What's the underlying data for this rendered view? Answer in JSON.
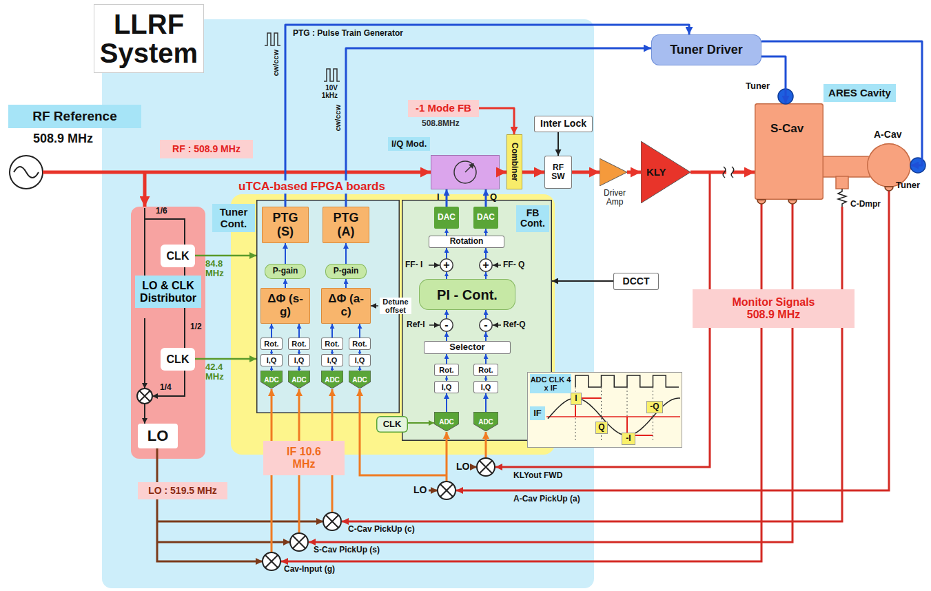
{
  "diagram": {
    "title": "LLRF System",
    "nodes": [
      {
        "text": [
          "RF Reference",
          "508.9 MHz"
        ]
      },
      {
        "text": [
          "RF : 508.9 MHz"
        ]
      },
      {
        "text": [
          "LO & CLK Distributor"
        ]
      },
      {
        "text": [
          "CLK"
        ],
        "in": 2
      },
      {
        "text": [
          "CLK"
        ],
        "in": 2
      },
      {
        "text": [
          "LO"
        ],
        "in": 2
      },
      {
        "text": [
          "LO : 519.5 MHz"
        ]
      },
      {
        "text": [
          "uTCA-based FPGA boards"
        ]
      },
      {
        "text": [
          "Tuner Cont."
        ],
        "in": 7
      },
      {
        "text": [
          "PTG (S)"
        ],
        "in": 8
      },
      {
        "text": [
          "PTG (A)"
        ],
        "in": 8
      },
      {
        "text": [
          "P-gain"
        ],
        "in": 8
      },
      {
        "text": [
          "P-gain"
        ],
        "in": 8
      },
      {
        "text": [
          "ΔΦ (s-g)"
        ],
        "in": 8
      },
      {
        "text": [
          "ΔΦ (a-c)"
        ],
        "in": 8
      },
      {
        "text": [
          "Rot."
        ],
        "in": 8
      },
      {
        "text": [
          "Rot."
        ],
        "in": 8
      },
      {
        "text": [
          "Rot."
        ],
        "in": 8
      },
      {
        "text": [
          "Rot."
        ],
        "in": 8
      },
      {
        "text": [
          "I,Q"
        ],
        "in": 8
      },
      {
        "text": [
          "I,Q"
        ],
        "in": 8
      },
      {
        "text": [
          "I,Q"
        ],
        "in": 8
      },
      {
        "text": [
          "I,Q"
        ],
        "in": 8
      },
      {
        "text": [
          "ADC"
        ],
        "in": 8
      },
      {
        "text": [
          "ADC"
        ],
        "in": 8
      },
      {
        "text": [
          "ADC"
        ],
        "in": 8
      },
      {
        "text": [
          "ADC"
        ],
        "in": 8
      },
      {
        "text": [
          "FB Cont."
        ],
        "in": 7
      },
      {
        "text": [
          "DAC"
        ],
        "in": 27
      },
      {
        "text": [
          "DAC"
        ],
        "in": 27
      },
      {
        "text": [
          "Rotation"
        ],
        "in": 27
      },
      {
        "text": [
          "+"
        ],
        "in": 27
      },
      {
        "text": [
          "+"
        ],
        "in": 27
      },
      {
        "text": [
          "PI - Cont."
        ],
        "in": 27
      },
      {
        "text": [
          "-"
        ],
        "in": 27
      },
      {
        "text": [
          "-"
        ],
        "in": 27
      },
      {
        "text": [
          "Selector"
        ],
        "in": 27
      },
      {
        "text": [
          "Rot."
        ],
        "in": 27
      },
      {
        "text": [
          "Rot."
        ],
        "in": 27
      },
      {
        "text": [
          "I,Q"
        ],
        "in": 27
      },
      {
        "text": [
          "I,Q"
        ],
        "in": 27
      },
      {
        "text": [
          "ADC"
        ],
        "in": 27
      },
      {
        "text": [
          "ADC"
        ],
        "in": 27
      },
      {
        "text": [
          "CLK"
        ],
        "in": 7
      },
      {
        "text": [
          "ADC CLK 4 x IF"
        ]
      },
      {
        "text": [
          "IF"
        ],
        "in": 44
      },
      {
        "text": [
          "I"
        ],
        "in": 44
      },
      {
        "text": [
          "Q"
        ],
        "in": 44
      },
      {
        "text": [
          "-I"
        ],
        "in": 44
      },
      {
        "text": [
          "-Q"
        ],
        "in": 44
      },
      {
        "text": [
          "DCCT"
        ]
      },
      {
        "text": [
          "I/Q Mod."
        ]
      },
      {
        "text": [
          "-1 Mode FB",
          "508.8MHz"
        ]
      },
      {
        "text": [
          "Combiner"
        ]
      },
      {
        "text": [
          "Inter Lock"
        ]
      },
      {
        "text": [
          "RF SW"
        ]
      },
      {
        "text": [
          "Driver Amp"
        ]
      },
      {
        "text": [
          "KLY"
        ]
      },
      {
        "text": [
          "Tuner Driver"
        ]
      },
      {
        "text": [
          "ARES Cavity"
        ]
      },
      {
        "text": [
          "S-Cav"
        ]
      },
      {
        "text": [
          "A-Cav"
        ]
      },
      {
        "text": [
          "Monitor Signals 508.9 MHz"
        ]
      },
      {
        "text": [
          "IF 10.6 MHz"
        ]
      }
    ],
    "edges": [
      {
        "from": 3,
        "to": 8,
        "arrow": "to",
        "label": "84.8 MHz"
      },
      {
        "from": 4,
        "to": 8,
        "arrow": "to",
        "label": "42.4 MHz"
      },
      {
        "from": 23,
        "to": 19,
        "arrow": "to"
      },
      {
        "from": 24,
        "to": 20,
        "arrow": "to"
      },
      {
        "from": 25,
        "to": 21,
        "arrow": "to"
      },
      {
        "from": 26,
        "to": 22,
        "arrow": "to"
      },
      {
        "from": 19,
        "to": 15,
        "arrow": "to"
      },
      {
        "from": 20,
        "to": 16,
        "arrow": "to"
      },
      {
        "from": 21,
        "to": 17,
        "arrow": "to"
      },
      {
        "from": 22,
        "to": 18,
        "arrow": "to"
      },
      {
        "from": 15,
        "to": 13,
        "arrow": "to"
      },
      {
        "from": 16,
        "to": 13,
        "arrow": "to"
      },
      {
        "from": 17,
        "to": 14,
        "arrow": "to"
      },
      {
        "from": 18,
        "to": 14,
        "arrow": "to"
      },
      {
        "from": 13,
        "to": 11,
        "arrow": "to"
      },
      {
        "from": 14,
        "to": 12,
        "arrow": "to"
      },
      {
        "from": 11,
        "to": 9,
        "arrow": "to"
      },
      {
        "from": 12,
        "to": 10,
        "arrow": "to"
      },
      {
        "from": 9,
        "to": 58,
        "arrow": "to"
      },
      {
        "from": 10,
        "to": 58,
        "arrow": "to"
      },
      {
        "from": 58,
        "to": 60,
        "arrow": "to"
      },
      {
        "from": 58,
        "to": 61,
        "arrow": "to"
      },
      {
        "from": 41,
        "to": 39,
        "arrow": "to"
      },
      {
        "from": 42,
        "to": 40,
        "arrow": "to"
      },
      {
        "from": 39,
        "to": 37,
        "arrow": "to"
      },
      {
        "from": 40,
        "to": 38,
        "arrow": "to"
      },
      {
        "from": 37,
        "to": 36,
        "arrow": "to"
      },
      {
        "from": 38,
        "to": 36,
        "arrow": "to"
      },
      {
        "from": 36,
        "to": 34,
        "arrow": "to"
      },
      {
        "from": 36,
        "to": 35,
        "arrow": "to"
      },
      {
        "from": 34,
        "to": 33,
        "arrow": "to"
      },
      {
        "from": 35,
        "to": 33,
        "arrow": "to"
      },
      {
        "from": 33,
        "to": 31,
        "arrow": "to"
      },
      {
        "from": 33,
        "to": 32,
        "arrow": "to"
      },
      {
        "from": 31,
        "to": 30,
        "arrow": "to"
      },
      {
        "from": 32,
        "to": 30,
        "arrow": "to"
      },
      {
        "from": 30,
        "to": 28,
        "arrow": "to"
      },
      {
        "from": 30,
        "to": 29,
        "arrow": "to"
      },
      {
        "from": 28,
        "to": 51,
        "arrow": "to"
      },
      {
        "from": 29,
        "to": 51,
        "arrow": "to"
      },
      {
        "from": 43,
        "to": 41,
        "arrow": "to"
      },
      {
        "from": 50,
        "to": 27,
        "arrow": "to"
      },
      {
        "from": 51,
        "to": 53,
        "arrow": "to"
      },
      {
        "from": 52,
        "to": 53,
        "arrow": "to"
      },
      {
        "from": 53,
        "to": 55,
        "arrow": "to"
      },
      {
        "from": 54,
        "to": 55,
        "arrow": "to"
      },
      {
        "from": 55,
        "to": 56,
        "arrow": "to"
      },
      {
        "from": 56,
        "to": 57,
        "arrow": "to"
      },
      {
        "from": 57,
        "to": 60,
        "arrow": "to"
      }
    ],
    "labels": [
      "PTG : Pulse Train Generator",
      "cw/ccw",
      "10V 1kHz",
      "cw/ccw",
      "1/6",
      "1/2",
      "1/4",
      "Detune offset",
      "FF- I",
      "FF- Q",
      "Ref-I",
      "Ref-Q",
      "I",
      "Q",
      "Tuner",
      "Tuner",
      "C-Dmpr",
      "KLYout FWD",
      "A-Cav PickUp (a)",
      "C-Cav PickUp (c)",
      "S-Cav PickUp (s)",
      "Cav-Input (g)",
      "LO",
      "LO"
    ]
  }
}
